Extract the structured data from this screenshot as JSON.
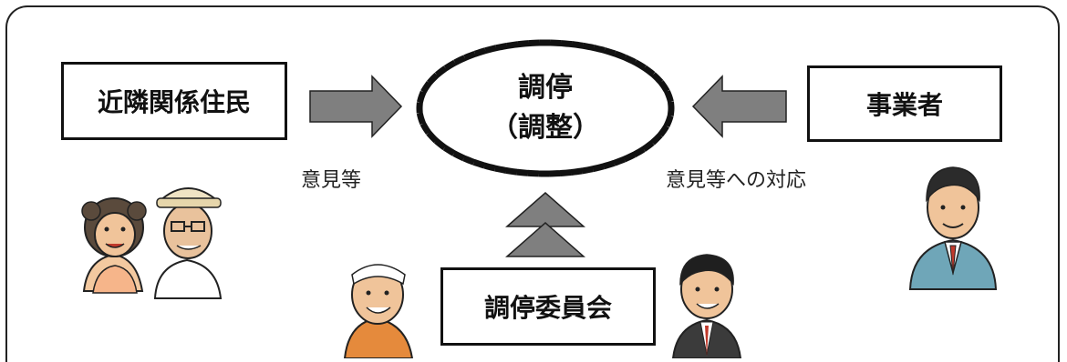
{
  "nodes": {
    "residents": "近隣関係住民",
    "business": "事業者",
    "mediation_line1": "調停",
    "mediation_line2": "（調整）",
    "committee": "調停委員会"
  },
  "labels": {
    "opinions": "意見等",
    "response": "意見等への対応"
  },
  "colors": {
    "arrow_fill": "#7f7f7f",
    "border": "#111111"
  }
}
